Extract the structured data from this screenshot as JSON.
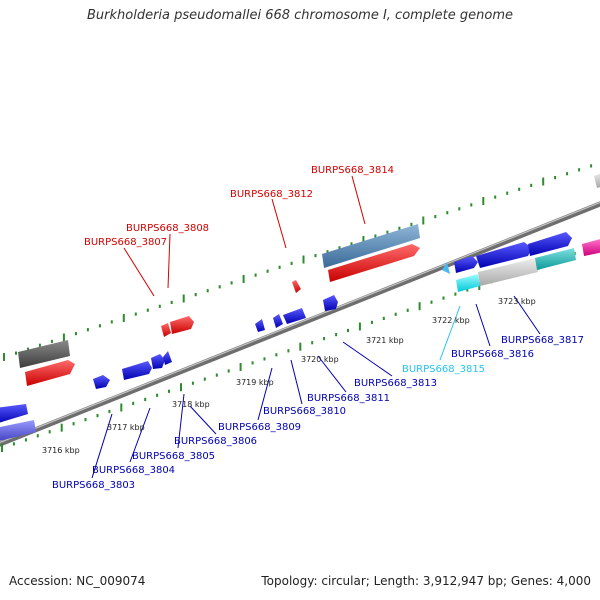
{
  "title": "Burkholderia pseudomallei 668 chromosome I, complete genome",
  "footer": {
    "accession": "Accession: NC_009074",
    "topology": "Topology: circular; Length: 3,912,947 bp; Genes: 4,000"
  },
  "colors": {
    "backbone": "#8c8c8c",
    "ticks": "#2e8b2e",
    "forward_label": "#d40000",
    "reverse_label": "#0000b4",
    "highlight_label": "#25c4f2"
  },
  "kbp_ticks": [
    {
      "label": "3716 kbp",
      "kbp": 3716
    },
    {
      "label": "3717 kbp",
      "kbp": 3717
    },
    {
      "label": "3718 kbp",
      "kbp": 3718
    },
    {
      "label": "3719 kbp",
      "kbp": 3719
    },
    {
      "label": "3720 kbp",
      "kbp": 3720
    },
    {
      "label": "3721 kbp",
      "kbp": 3721
    },
    {
      "label": "3722 kbp",
      "kbp": 3722
    },
    {
      "label": "3723 kbp",
      "kbp": 3723
    }
  ],
  "gene_labels": {
    "forward": [
      {
        "name": "BURPS668_3807",
        "strand": "forward"
      },
      {
        "name": "BURPS668_3808",
        "strand": "forward"
      },
      {
        "name": "BURPS668_3812",
        "strand": "forward"
      },
      {
        "name": "BURPS668_3814",
        "strand": "forward"
      }
    ],
    "reverse": [
      {
        "name": "BURPS668_3803",
        "strand": "reverse"
      },
      {
        "name": "BURPS668_3804",
        "strand": "reverse"
      },
      {
        "name": "BURPS668_3805",
        "strand": "reverse"
      },
      {
        "name": "BURPS668_3806",
        "strand": "reverse"
      },
      {
        "name": "BURPS668_3809",
        "strand": "reverse"
      },
      {
        "name": "BURPS668_3810",
        "strand": "reverse"
      },
      {
        "name": "BURPS668_3811",
        "strand": "reverse"
      },
      {
        "name": "BURPS668_3813",
        "strand": "reverse"
      },
      {
        "name": "BURPS668_3815",
        "strand": "reverse"
      },
      {
        "name": "BURPS668_3816",
        "strand": "reverse"
      },
      {
        "name": "BURPS668_3817",
        "strand": "reverse"
      }
    ]
  }
}
